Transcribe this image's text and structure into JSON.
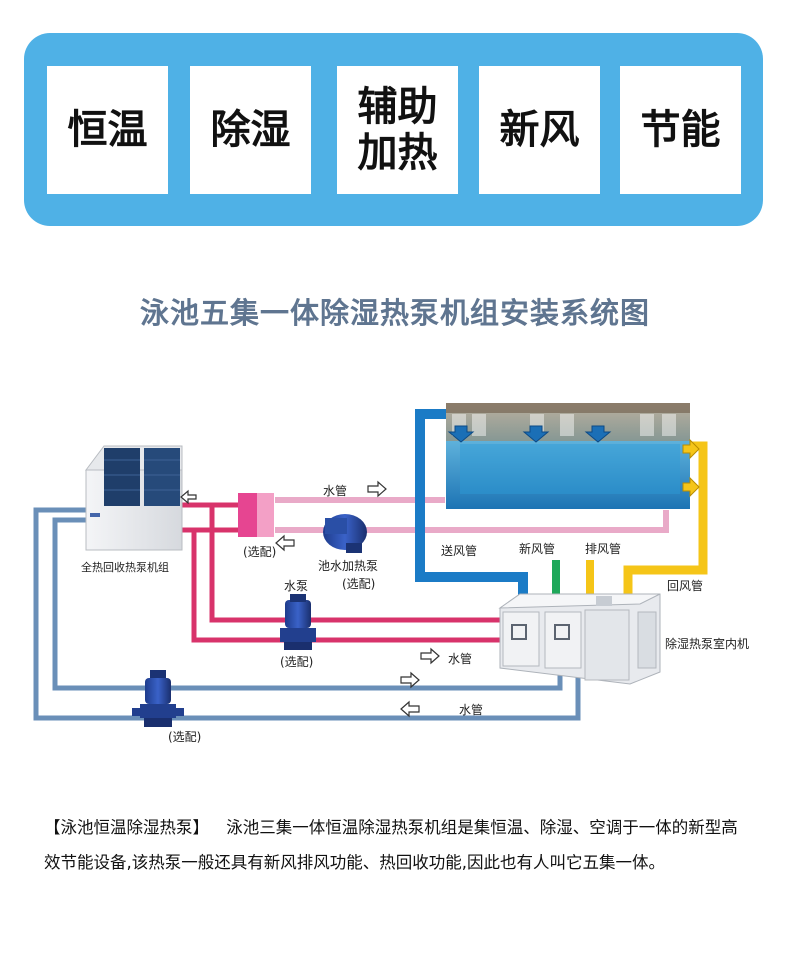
{
  "features": [
    {
      "lines": [
        "恒温"
      ]
    },
    {
      "lines": [
        "除湿"
      ]
    },
    {
      "lines": [
        "辅助",
        "加热"
      ]
    },
    {
      "lines": [
        "新风"
      ]
    },
    {
      "lines": [
        "节能"
      ]
    }
  ],
  "title": "泳池五集一体除湿热泵机组安装系统图",
  "diagram": {
    "outdoor_unit": "全热回收热泵机组",
    "optional_1": "(选配)",
    "water_pipe_top": "水管",
    "pool_heating_pump": "池水加热泵",
    "pool_heating_pump_optional": "(选配)",
    "water_pump": "水泵",
    "water_pump_optional": "(选配)",
    "supply_air_duct": "送风管",
    "fresh_air_duct": "新风管",
    "exhaust_air_duct": "排风管",
    "return_air_duct": "回风管",
    "indoor_unit": "除湿热泵室内机",
    "water_pipe_mid": "水管",
    "water_pipe_bottom": "水管",
    "bottom_pump_optional": "(选配)"
  },
  "description": {
    "heading": "【泳池恒温除湿热泵】",
    "body": "泳池三集一体恒温除湿热泵机组是集恒温、除湿、空调于一体的新型高效节能设备,该热泵一般还具有新风排风功能、热回收功能,因此也有人叫它五集一体。"
  },
  "colors": {
    "banner": "#4fb1e6",
    "supply_duct": "#1b7bc6",
    "return_duct": "#f5c518",
    "fresh_duct": "#1ea85a",
    "hot_water": "#d8336b",
    "cool_water": "#6a8fb8",
    "title": "#5f7590"
  }
}
